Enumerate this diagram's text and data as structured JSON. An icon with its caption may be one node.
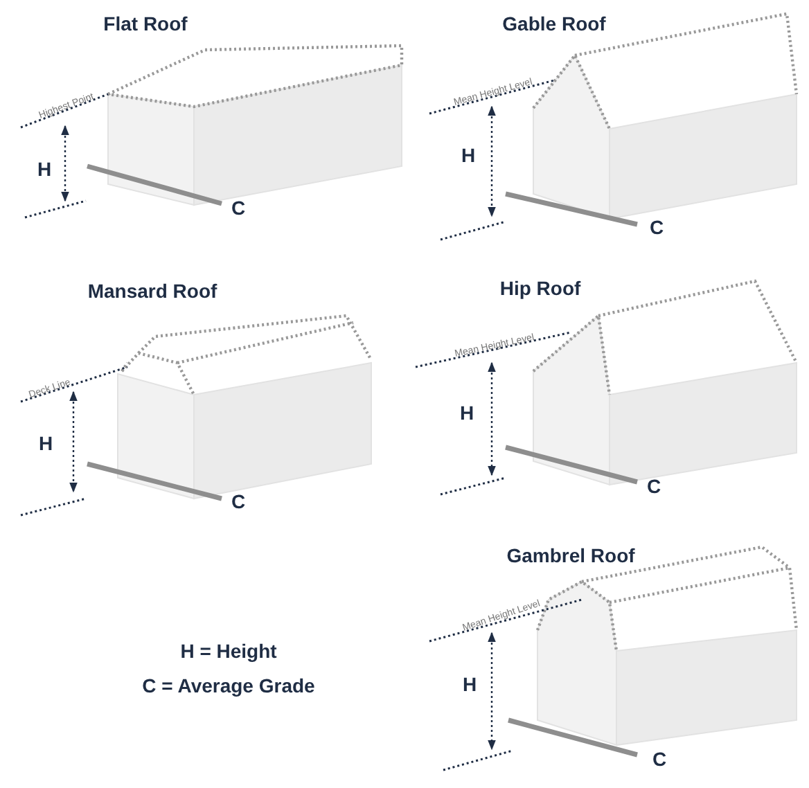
{
  "diagram": {
    "labels": [
      "Flat Roof",
      "Highest Point",
      "H",
      "C",
      "Gable Roof",
      "Mean Height Level",
      "H",
      "C",
      "Mansard Roof",
      "Deck Line",
      "H",
      "C",
      "Hip Roof",
      "Mean Height Level",
      "H",
      "C",
      "Gambrel Roof",
      "Mean Height Level",
      "H",
      "C",
      "H = Height",
      "C = Average Grade"
    ]
  }
}
